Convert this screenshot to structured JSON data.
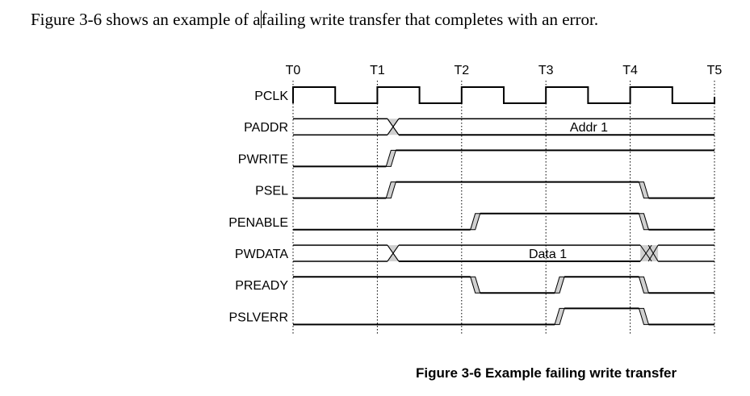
{
  "intro": {
    "before_cursor": "Figure 3-6 shows an example of a",
    "after_cursor": "failing write transfer that completes with an error."
  },
  "diagram": {
    "time_markers": [
      "T0",
      "T1",
      "T2",
      "T3",
      "T4",
      "T5"
    ],
    "signals": [
      {
        "name": "PCLK",
        "kind": "clock"
      },
      {
        "name": "PADDR",
        "kind": "bus",
        "value": "Addr 1"
      },
      {
        "name": "PWRITE",
        "kind": "logic",
        "initial": 0,
        "edges": [
          {
            "at": 1.2,
            "to": 1
          }
        ]
      },
      {
        "name": "PSEL",
        "kind": "logic",
        "initial": 0,
        "edges": [
          {
            "at": 1.2,
            "to": 1
          },
          {
            "at": 4.2,
            "to": 0
          }
        ]
      },
      {
        "name": "PENABLE",
        "kind": "logic",
        "initial": 0,
        "edges": [
          {
            "at": 2.2,
            "to": 1
          },
          {
            "at": 4.2,
            "to": 0
          }
        ]
      },
      {
        "name": "PWDATA",
        "kind": "bus",
        "value": "Data 1"
      },
      {
        "name": "PREADY",
        "kind": "logic",
        "initial": 1,
        "edges": [
          {
            "at": 2.2,
            "to": 0
          },
          {
            "at": 3.2,
            "to": 1
          },
          {
            "at": 4.2,
            "to": 0
          }
        ]
      },
      {
        "name": "PSLVERR",
        "kind": "logic",
        "initial": 0,
        "edges": [
          {
            "at": 3.2,
            "to": 1
          },
          {
            "at": 4.2,
            "to": 0
          }
        ]
      }
    ]
  },
  "caption": "Figure 3-6 Example failing write transfer"
}
